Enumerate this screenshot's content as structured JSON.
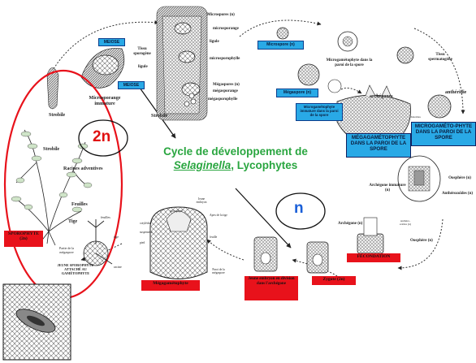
{
  "title": {
    "line1": "Cycle de développement de",
    "genus": "Selaginella",
    "suffix": ", Lycophytes"
  },
  "phase_labels": {
    "diploid": "2n",
    "haploid": "n"
  },
  "colors": {
    "title": "#2aa640",
    "box_blue": "#29a9e6",
    "box_red": "#e8121b",
    "ellipse": "#e8121b",
    "diploid_text": "#e01010",
    "haploid_text": "#1a5fd8"
  },
  "blue_boxes": {
    "meiose_top": "MEIOSE",
    "meiose_mid": "MEIOSE",
    "microspore": "Microspore (n)",
    "megaspore": "Mégaspore (n)",
    "microgametophyte_small": "Microgamétophyte immature dans la paroi de la spore",
    "megagametophyte_paroi": "MÉGAGAMÉTOPHYTE DANS LA PAROI DE LA SPORE",
    "microgametophyte_paroi": "MICROGAMÉTO-PHYTE DANS LA PAROI DE LA SPORE"
  },
  "red_boxes": {
    "sporophyte": "SPOROPHYTE (2n)",
    "megagametophyte": "Mégagamétophyte",
    "jeune_embryon": "Jeune embryon en division dans l'archégone",
    "zygote": "Zygote (2n)",
    "fecondation": "FÉCONDATION"
  },
  "labels": {
    "microspores_n": "Microspores (n)",
    "microsporange": "microsporange",
    "ligule_top": "ligule",
    "tissu_sporogene_left": "Tissu sporogène",
    "ligule_left": "ligule",
    "microsporophylle": "microsporophylle",
    "megaspores_n": "Mégaspores (n)",
    "megasporange": "mégasporange",
    "megasporophylle": "mégasporophylle",
    "microsporange_immature": "Microsporange immature",
    "strobile_left": "Strobile",
    "strobile_center": "Strobile",
    "strobile_lower": "Strobile",
    "racines_adventives": "Racines adventives",
    "feuilles": "Feuilles",
    "tige": "Tige",
    "jeune_sporophyte": "JEUNE SPOROPHYTE ATTACHÉ AU GAMÉTOPHYTE",
    "partie_megaspore": "Partie de la mégaspore",
    "feuilles_small": "feuilles",
    "tige_small": "tige",
    "racine": "racine",
    "microgametophyte_paroi_label": "Microgamétophyte dans la paroi de la spore",
    "tissu_spermatogene": "Tissu spermatogène",
    "archegones": "archégones",
    "antheridie": "anthéridie",
    "rhizoides": "rhizoïdes",
    "oosphere_right": "Oosphère (n)",
    "antherozoides": "Anthérozoïdes (n)",
    "archegone_immature": "Archégone immature (n)",
    "archegone_n": "Archégone (n)",
    "antherozoides_small": "Anthéro-zoïdes (n)",
    "oosphere_lower": "Oosphère (n)",
    "jeune_embryon_label": "Jeune embryon",
    "sporophyte_mega": "sporophyte",
    "cotyledon": "cotylédon",
    "suspenseur": "suspenseur",
    "apex_tige": "Apex de la tige",
    "pied": "pied",
    "feuille_mega": "feuille",
    "paroi_megaspore": "Paroi de la mégaspore"
  }
}
